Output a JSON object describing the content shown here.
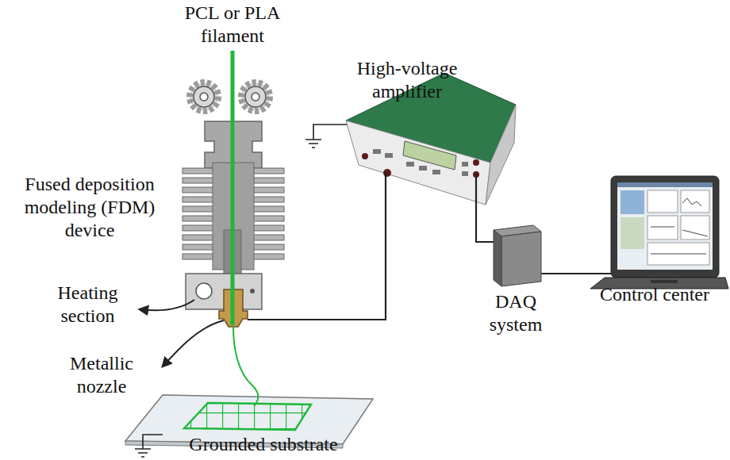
{
  "diagram": {
    "labels": [
      "PCL or PLA filament",
      "High-voltage amplifier",
      "Fused deposition modeling (FDM) device",
      "Heating section",
      "Metallic nozzle",
      "DAQ system",
      "Control center",
      "Grounded substrate"
    ]
  }
}
